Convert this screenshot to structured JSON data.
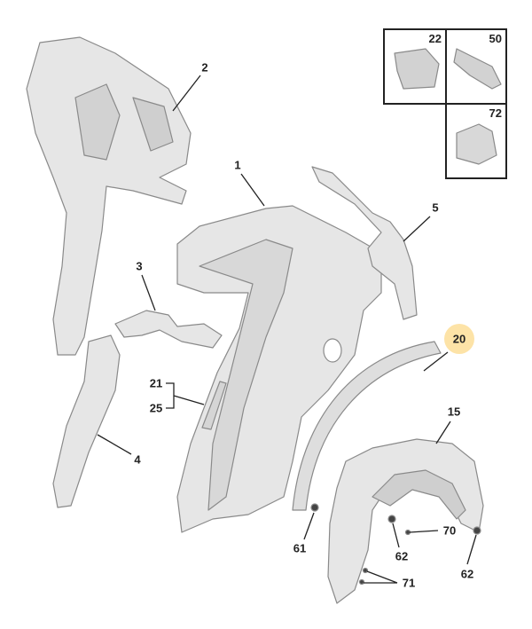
{
  "diagram": {
    "highlight_color": "#fde3a7",
    "part_fill": "#e4e4e4",
    "part_stroke": "#8a8a8a",
    "callouts": {
      "c1": "1",
      "c2": "2",
      "c3": "3",
      "c4": "4",
      "c5": "5",
      "c15": "15",
      "c20": "20",
      "c21": "21",
      "c25": "25",
      "c61": "61",
      "c62a": "62",
      "c62b": "62",
      "c70": "70",
      "c71": "71"
    },
    "insets": {
      "i22": "22",
      "i50": "50",
      "i72": "72"
    },
    "highlighted_part": "20"
  }
}
